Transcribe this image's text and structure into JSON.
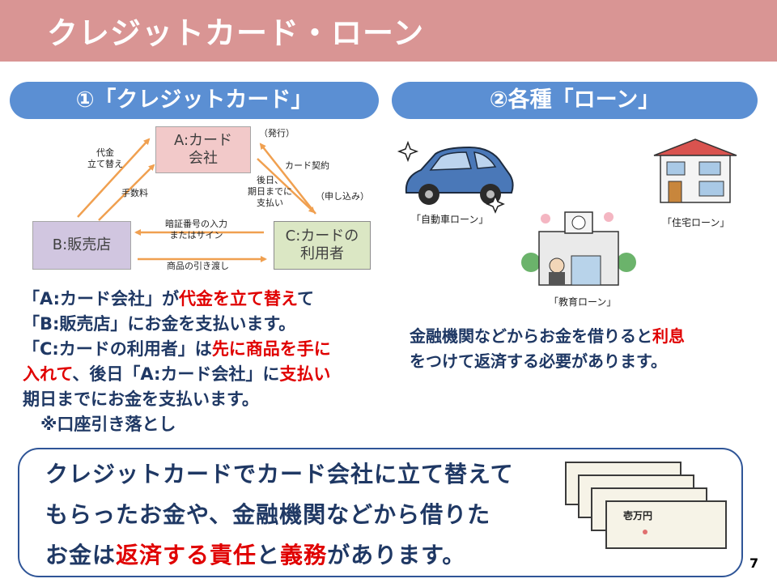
{
  "title": "クレジットカード・ローン",
  "sections": {
    "left_pill": "①「クレジットカード」",
    "right_pill": "②各種「ローン」"
  },
  "diagram": {
    "box_a": [
      "A:カード",
      "会社"
    ],
    "box_b": "B:販売店",
    "box_c": [
      "C:カードの",
      "利用者"
    ],
    "labels": {
      "daikin": [
        "代金",
        "立て替え"
      ],
      "tesuryo": "手数料",
      "hakko": "（発行）",
      "card_keiyaku": "カード契約",
      "gojitsu": [
        "後日、",
        "期日までに",
        "支払い"
      ],
      "moshikomi": "（申し込み）",
      "ansho": [
        "暗証番号の入力",
        "またはサイン"
      ],
      "hikiwatashi": "商品の引き渡し"
    }
  },
  "left_text": {
    "line1": [
      "「A:カード会社」が",
      "代金を立て替え",
      "て"
    ],
    "line2": "「B:販売店」にお金を支払います。",
    "line3": [
      "「C:カードの利用者」は",
      "先に商品を手に"
    ],
    "line4": [
      "入れて",
      "、後日「A:カード会社」に",
      "支払い"
    ],
    "line5": "期日までにお金を支払います。",
    "line6": "※口座引き落とし"
  },
  "loans": {
    "car": "「自動車ローン」",
    "house": "「住宅ローン」",
    "edu": "「教育ローン」"
  },
  "right_text": {
    "line1": [
      "金融機関などからお金を借りると",
      "利息"
    ],
    "line2": "をつけて返済する必要があります。"
  },
  "bottom": {
    "line1": "クレジットカードでカード会社に立て替えて",
    "line2": "もらったお金や、金融機関などから借りた",
    "line3": [
      "お金は",
      "返済する責任",
      "と",
      "義務",
      "があります。"
    ],
    "bill_text": "壱万円"
  },
  "page_number": "7",
  "colors": {
    "title_band": "#d99594",
    "pill": "#5b8fd3",
    "text_navy": "#1f3864",
    "emphasis_red": "#e00000",
    "arrow_orange": "#f0a050"
  }
}
